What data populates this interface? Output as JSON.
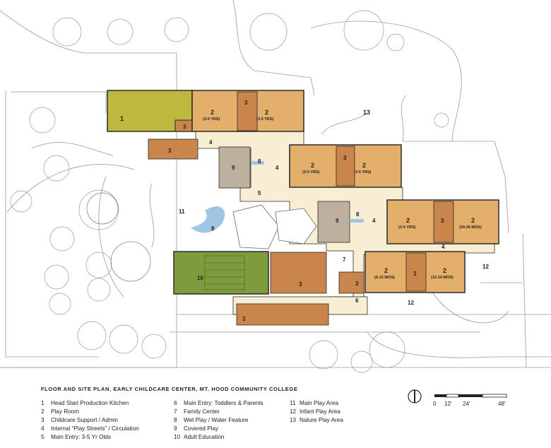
{
  "caption": "FLOOR AND SITE PLAN, EARLY CHILDCARE CENTER, MT. HOOD COMMUNITY COLLEGE",
  "legend": [
    {
      "num": "1",
      "text": "Head Start Production Kitchen"
    },
    {
      "num": "2",
      "text": "Play Room"
    },
    {
      "num": "3",
      "text": "Childcare Support / Admin"
    },
    {
      "num": "4",
      "text": "Internal “Play Streets” / Circulation"
    },
    {
      "num": "5",
      "text": "Main Entry: 3-5 Yr Olds"
    },
    {
      "num": "6",
      "text": "Main Entry: Toddlers & Parents"
    },
    {
      "num": "7",
      "text": "Family Center"
    },
    {
      "num": "8",
      "text": "Wet Play / Water Feature"
    },
    {
      "num": "9",
      "text": "Covered Play"
    },
    {
      "num": "10",
      "text": "Adult Education"
    },
    {
      "num": "11",
      "text": "Main Play Area"
    },
    {
      "num": "12",
      "text": "Infant Play Area"
    },
    {
      "num": "13",
      "text": "Nature Play Area"
    }
  ],
  "scale": {
    "ticks": [
      "0",
      "12'",
      "24'",
      "48'"
    ]
  },
  "plan_labels": {
    "n1": "1",
    "n2": "2",
    "n3": "3",
    "n4": "4",
    "n5": "5",
    "n6": "6",
    "n7": "7",
    "n8": "8",
    "n9": "9",
    "n10": "10",
    "n11": "11",
    "n12": "12",
    "n13": "13",
    "age_3_5": "(3-5 YRS)",
    "age_24_36": "(24-36 MOS)",
    "age_6_12": "(6-12 MOS)",
    "age_12_24": "(12-24 MOS)"
  },
  "colors": {
    "play_room": "#E3AF6B",
    "support": "#C9854C",
    "kitchen": "#BFB83E",
    "adult_ed": "#7E9B3E",
    "covered_play": "#BEB09E",
    "street": "#F7EED3",
    "water": "#9FC6E3",
    "wall": "#2a2a2a",
    "site_line": "#9a9a9a"
  }
}
